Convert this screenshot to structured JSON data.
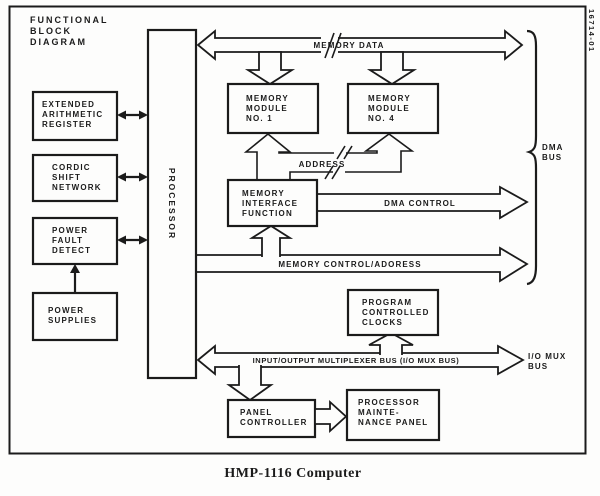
{
  "header": {
    "title_lines": [
      "FUNCTIONAL",
      "BLOCK",
      "DIAGRAM"
    ],
    "figure_number": "16714-01"
  },
  "caption": "HMP-1116 Computer",
  "blocks": {
    "processor": "PROCESSOR",
    "extended_arithmetic_register": [
      "EXTENDED",
      "ARITHMETIC",
      "REGISTER"
    ],
    "cordic_shift_network": [
      "CORDIC",
      "SHIFT",
      "NETWORK"
    ],
    "power_fault_detect": [
      "POWER",
      "FAULT",
      "DETECT"
    ],
    "power_supplies": [
      "POWER",
      "SUPPLIES"
    ],
    "memory_module_1": [
      "MEMORY",
      "MODULE",
      "NO. 1"
    ],
    "memory_module_4": [
      "MEMORY",
      "MODULE",
      "NO. 4"
    ],
    "memory_interface_function": [
      "MEMORY",
      "INTERFACE",
      "FUNCTION"
    ],
    "program_controlled_clocks": [
      "PROGRAM",
      "CONTROLLED",
      "CLOCKS"
    ],
    "panel_controller": [
      "PANEL",
      "CONTROLLER"
    ],
    "processor_maintenance_panel": [
      "PROCESSOR",
      "MAINTE-",
      "NANCE PANEL"
    ]
  },
  "buses": {
    "memory_data": "MEMORY DATA",
    "address": "ADDRESS",
    "dma_control": "DMA CONTROL",
    "memory_control_address": "MEMORY CONTROL/ADORESS",
    "io_mux": "INPUT/OUTPUT MULTIPLEXER BUS (I/O MUX BUS)",
    "dma_bus_label": [
      "DMA",
      "BUS"
    ],
    "io_mux_bus_label": [
      "I/O MUX",
      "BUS"
    ]
  },
  "colors": {
    "ink": "#1b1b1b",
    "background": "#fdfdfc"
  }
}
